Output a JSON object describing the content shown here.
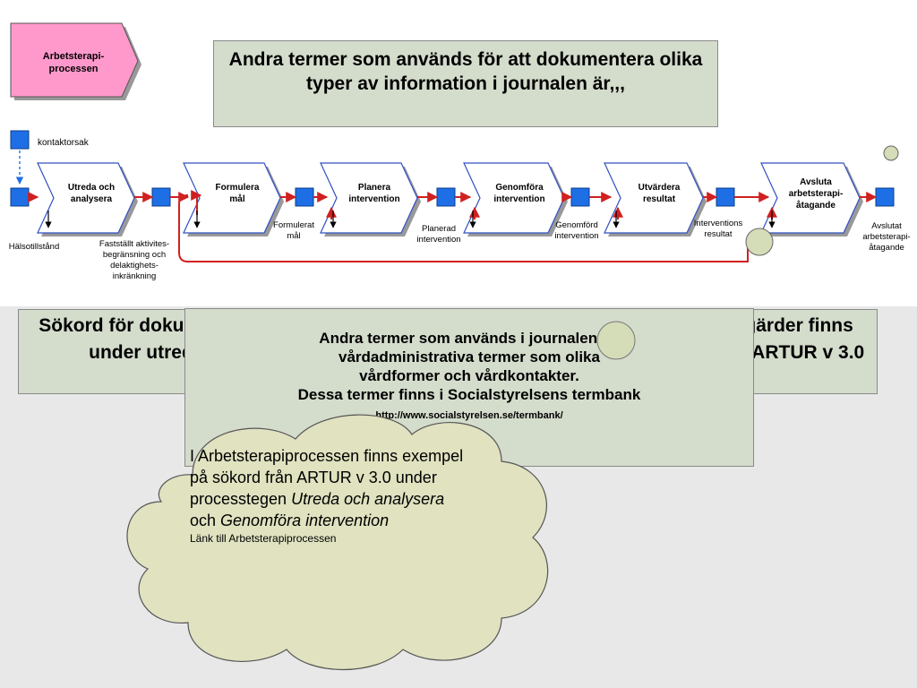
{
  "diagram": {
    "start_label": "Arbetsterapi-\nprocessen",
    "legend_label": "kontaktorsak",
    "steps": [
      {
        "label": "Utreda och\nanalysera"
      },
      {
        "label": "Formulera\nmål"
      },
      {
        "label": "Planera\nintervention"
      },
      {
        "label": "Genomföra\nintervention"
      },
      {
        "label": "Utvärdera\nresultat"
      },
      {
        "label": "Avsluta\narbetsterapi-\nåtagande"
      }
    ],
    "outcomes": [
      {
        "label": "Hälsotillstånd"
      },
      {
        "label": "Fastställt aktivites-\nbegränsning och\ndelaktighets-\ninkränkning"
      },
      {
        "label": "Formulerat\nmål"
      },
      {
        "label": "Planerad\nintervention"
      },
      {
        "label": "Genomförd\nintervention"
      },
      {
        "label": "Interventions\nresultat"
      },
      {
        "label": "Avslutat\narbetsterapi-\nåtagande"
      }
    ],
    "colors": {
      "start": "#ff99cc",
      "node": "#1e6fe6",
      "arrow": "#d02020",
      "step_border": "#3050c0",
      "circle": "#d4dcb8"
    }
  },
  "top_box": {
    "text": "Andra termer som används för att dokumentera olika typer av information i journalen är,,,"
  },
  "left_box": {
    "text": "Sökord för dokumentation av status finns under utredning i ARTUR v 3.0"
  },
  "right_box": {
    "text": "Sökord för dokumentation av åtgärder finns under planering och behandling i ARTUR v 3.0"
  },
  "mid_box": {
    "line1": "Andra termer som används i journalen är,",
    "line2": "vårdadministrativa termer som olika",
    "line3": "vårdformer och vårdkontakter.",
    "line4": "Dessa termer finns i Socialstyrelsens termbank",
    "link": "http://www.socialstyrelsen.se/termbank/"
  },
  "cloud": {
    "text_a": "I Arbetsterapiprocessen finns exempel på sökord från ARTUR v 3.0 under processtegen ",
    "italic_a": "Utreda och analysera",
    "text_b": " och ",
    "italic_b": "Genomföra intervention",
    "link": "Länk till Arbetsterapiprocessen",
    "fill": "#e0e2c0"
  }
}
